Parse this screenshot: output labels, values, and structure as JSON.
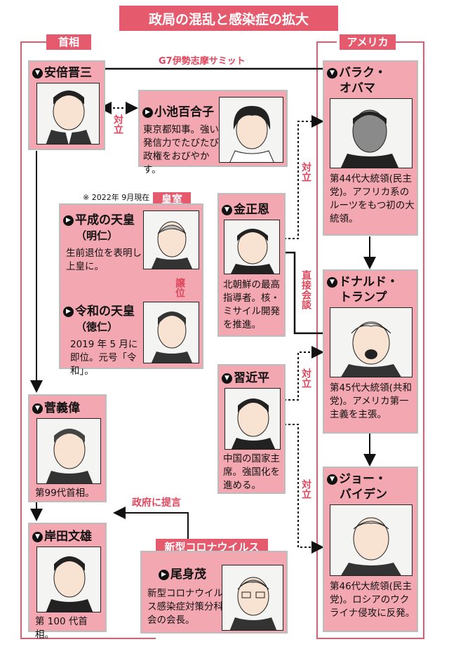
{
  "title": "政局の混乱と感染症の拡大",
  "note": "※ 2022年 9月現在",
  "sections": {
    "pm": "首相",
    "america": "アメリカ",
    "imperial": "皇室",
    "covid": "新型コロナウイルス"
  },
  "relations": {
    "g7": "G7伊勢志摩サミット",
    "oppose1": "対立",
    "oppose2": "対立",
    "oppose3": "対立",
    "oppose4": "対立",
    "direct_talk": "直接会談",
    "abdication": "譲位",
    "proposal": "政府に提言"
  },
  "people": {
    "abe": {
      "name": "安倍晋三"
    },
    "koike": {
      "name": "小池百合子",
      "desc": "東京都知事。強い発信力でたびたび政権をおびやかす。"
    },
    "heisei": {
      "name": "平成の天皇",
      "sub": "（明仁）",
      "desc": "生前退位を表明し上皇に。"
    },
    "reiwa": {
      "name": "令和の天皇",
      "sub": "（徳仁）",
      "desc": "2019 年 5 月に即位。元号「令和」。"
    },
    "kim": {
      "name": "金正恩",
      "desc": "北朝鮮の最高指導者。核・ミサイル開発を推進。"
    },
    "xi": {
      "name": "習近平",
      "desc": "中国の国家主席。強国化を進める。"
    },
    "suga": {
      "name": "菅義偉",
      "desc": "第99代首相。"
    },
    "kishida": {
      "name": "岸田文雄",
      "desc": "第 100 代首相。"
    },
    "omi": {
      "name": "尾身茂",
      "desc": "新型コロナウイルス感染症対策分科会の会長。"
    },
    "obama": {
      "name1": "バラク・",
      "name2": "オバマ",
      "desc": "第44代大統領(民主党)。アフリカ系のルーツをもつ初の大統領。"
    },
    "trump": {
      "name1": "ドナルド・",
      "name2": "トランプ",
      "desc": "第45代大統領(共和党)。アメリカ第一主義を主張。"
    },
    "biden": {
      "name1": "ジョー・",
      "name2": "バイデン",
      "desc": "第46代大統領(民主党)。ロシアのウクライナ侵攻に反発。"
    }
  },
  "colors": {
    "card": "#f3a7b1",
    "banner": "#e65a6e",
    "accent": "#e0475d",
    "line": "#111111"
  }
}
